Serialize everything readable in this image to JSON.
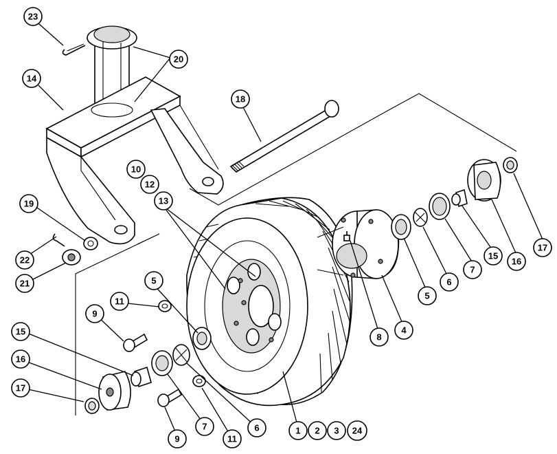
{
  "callouts": [
    {
      "id": "c23",
      "label": "23"
    },
    {
      "id": "c20",
      "label": "20"
    },
    {
      "id": "c14",
      "label": "14"
    },
    {
      "id": "c18",
      "label": "18"
    },
    {
      "id": "c10",
      "label": "10"
    },
    {
      "id": "c12",
      "label": "12"
    },
    {
      "id": "c13",
      "label": "13"
    },
    {
      "id": "c19",
      "label": "19"
    },
    {
      "id": "c22",
      "label": "22"
    },
    {
      "id": "c21",
      "label": "21"
    },
    {
      "id": "c5a",
      "label": "5"
    },
    {
      "id": "c11a",
      "label": "11"
    },
    {
      "id": "c9a",
      "label": "9"
    },
    {
      "id": "c15a",
      "label": "15"
    },
    {
      "id": "c16a",
      "label": "16"
    },
    {
      "id": "c17a",
      "label": "17"
    },
    {
      "id": "c9b",
      "label": "9"
    },
    {
      "id": "c7a",
      "label": "7"
    },
    {
      "id": "c11b",
      "label": "11"
    },
    {
      "id": "c6a",
      "label": "6"
    },
    {
      "id": "c1",
      "label": "1"
    },
    {
      "id": "c2",
      "label": "2"
    },
    {
      "id": "c3",
      "label": "3"
    },
    {
      "id": "c24",
      "label": "24"
    },
    {
      "id": "c8",
      "label": "8"
    },
    {
      "id": "c4",
      "label": "4"
    },
    {
      "id": "c5b",
      "label": "5"
    },
    {
      "id": "c6b",
      "label": "6"
    },
    {
      "id": "c7b",
      "label": "7"
    },
    {
      "id": "c15b",
      "label": "15"
    },
    {
      "id": "c16b",
      "label": "16"
    },
    {
      "id": "c17b",
      "label": "17"
    }
  ]
}
